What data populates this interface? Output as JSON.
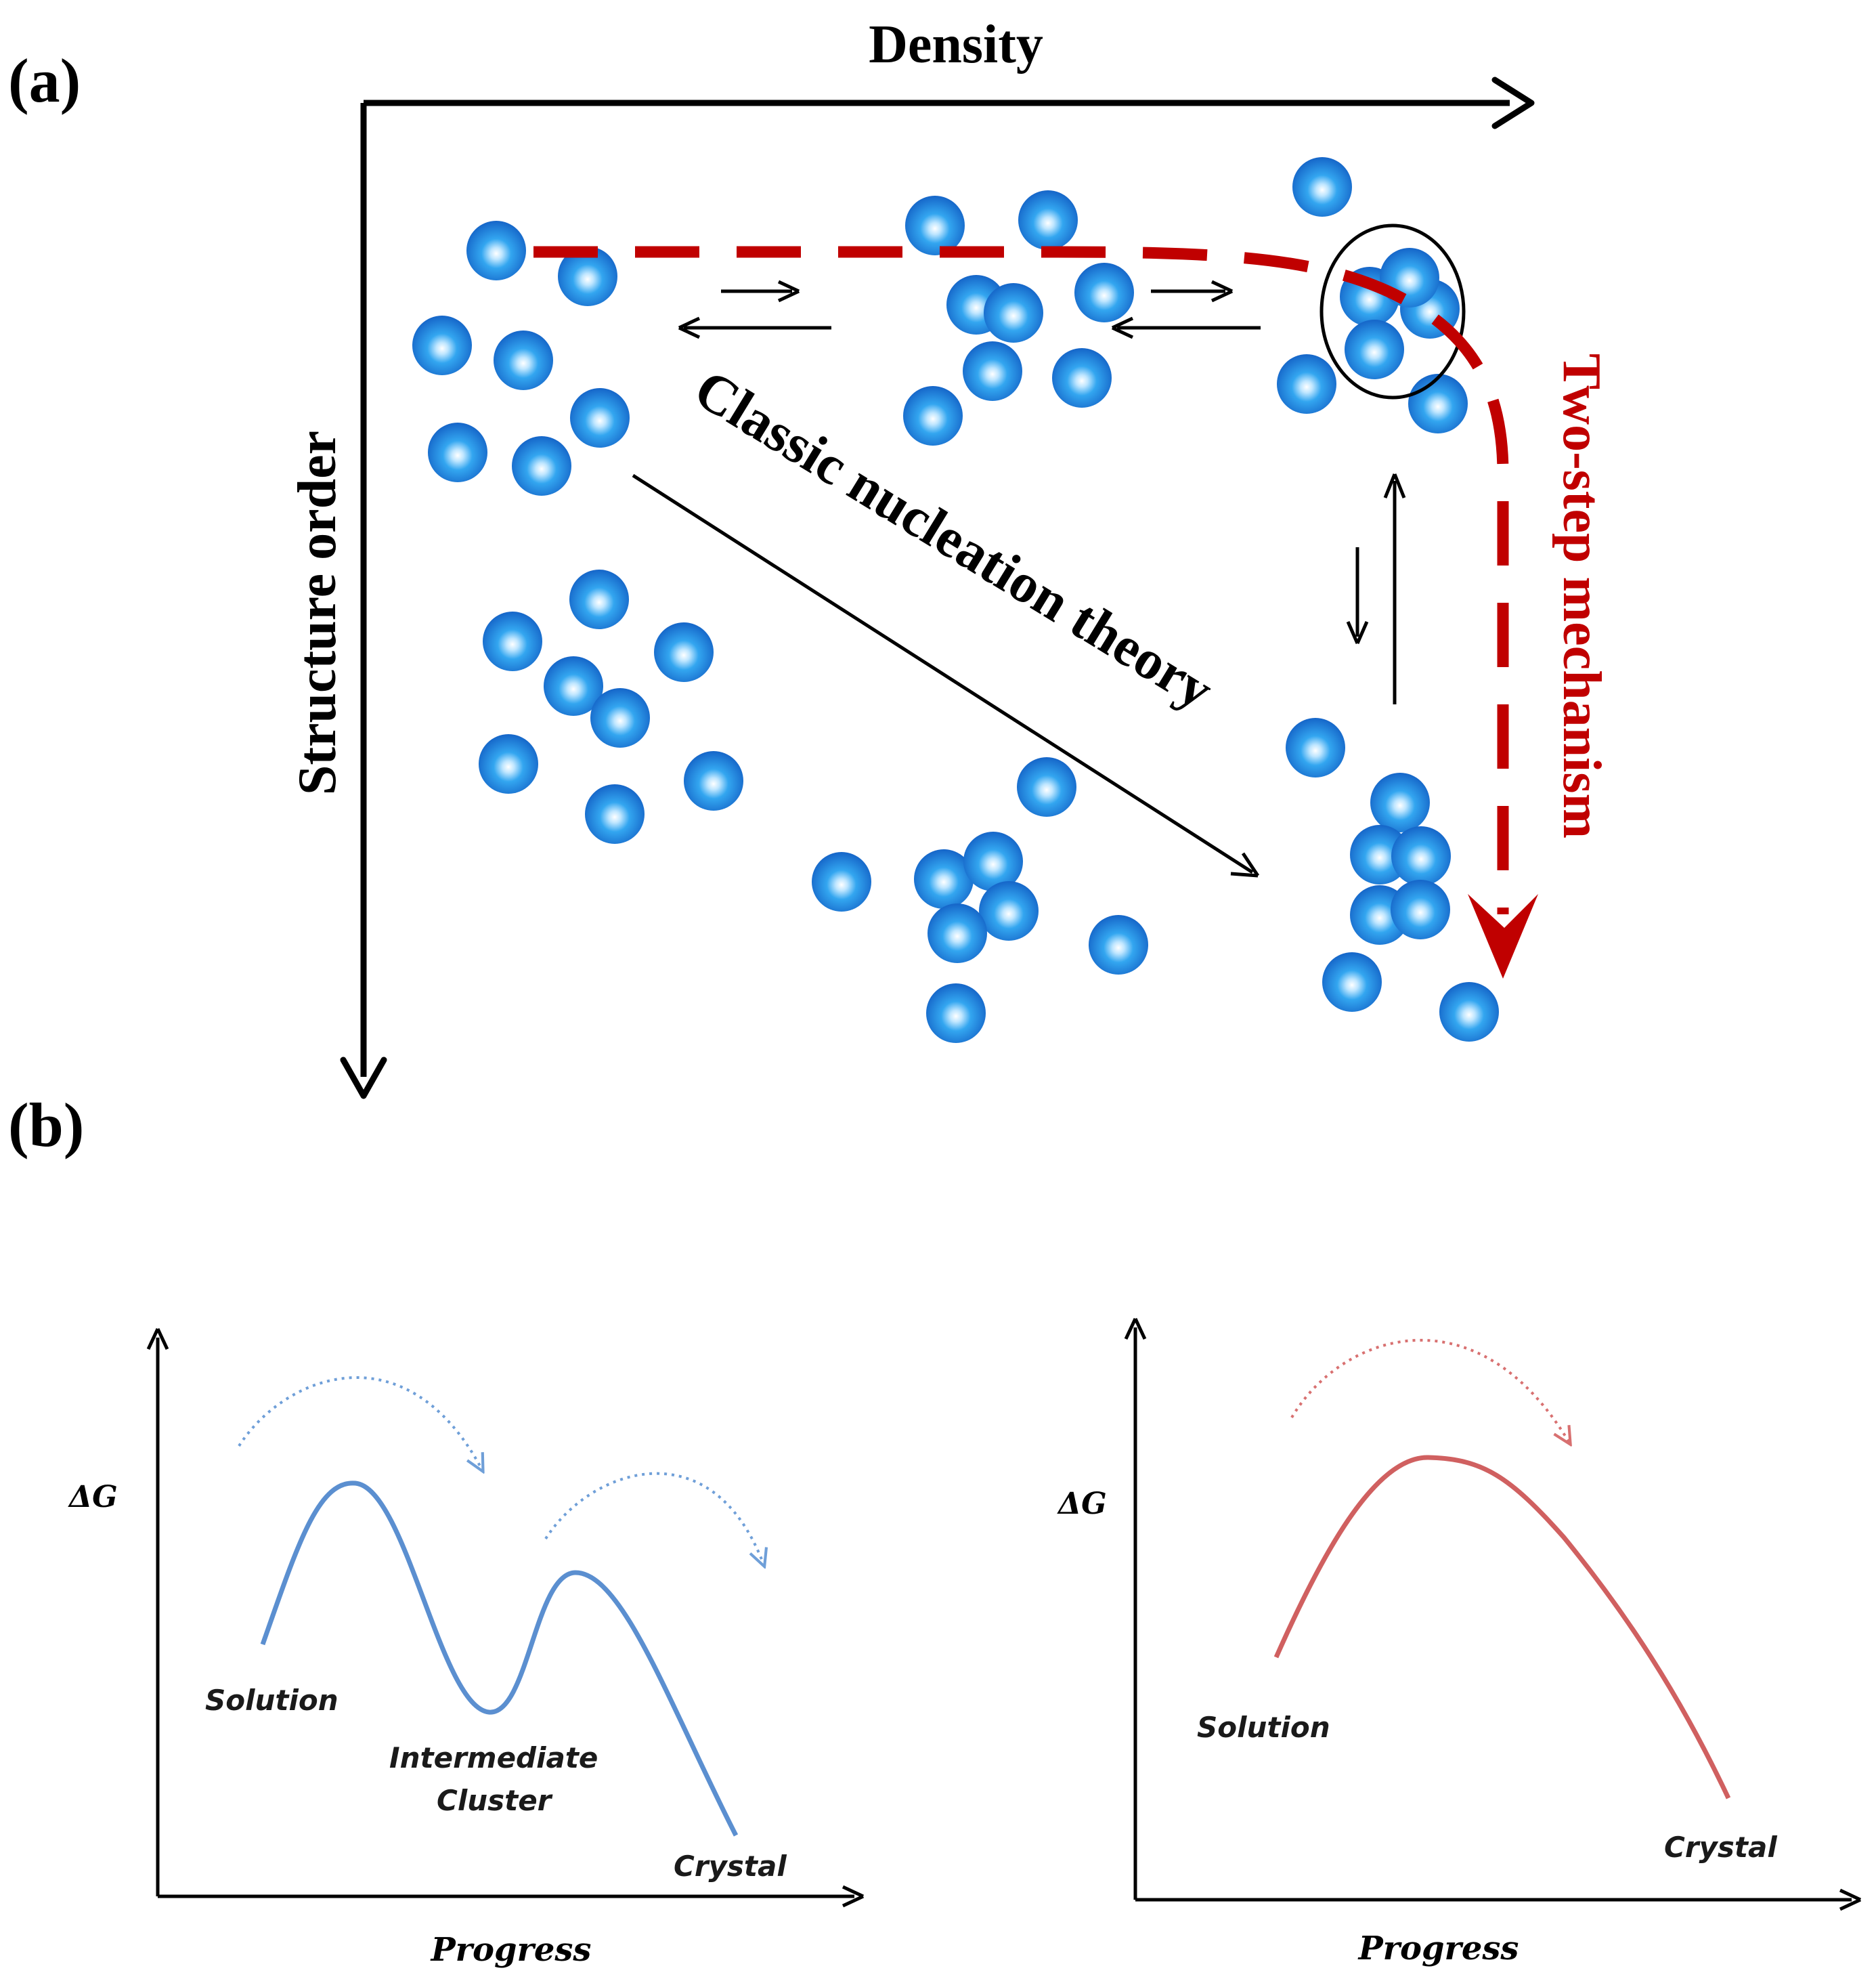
{
  "panel_a": {
    "label": "(a)",
    "x_axis_label": "Density",
    "y_axis_label": "Structure order",
    "classic_path_label": "Classic nucleation theory",
    "two_step_label": "Two-step mechanism",
    "colors": {
      "particle": "#1f86e0",
      "two_step_path": "#c00000",
      "axis": "#000000"
    }
  },
  "panel_b": {
    "label": "(b)",
    "left_graph": {
      "y_label": "ΔG",
      "x_label": "Progress",
      "solution_label": "Solution",
      "intermediate_label_line1": "Intermediate",
      "intermediate_label_line2": "Cluster",
      "crystal_label": "Crystal",
      "curve_color": "#5b8fd0"
    },
    "right_graph": {
      "y_label": "ΔG",
      "x_label": "Progress",
      "solution_label": "Solution",
      "crystal_label": "Crystal",
      "curve_color": "#d06060"
    }
  }
}
